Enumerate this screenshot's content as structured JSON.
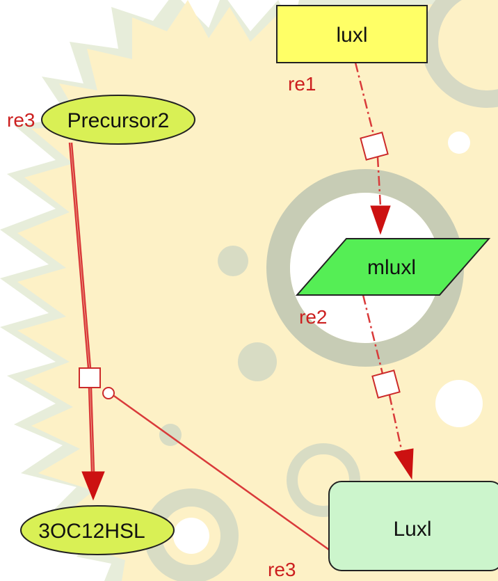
{
  "nodes": {
    "luxl_gene": "luxl",
    "precursor2": "Precursor2",
    "mluxl": "mluxl",
    "hsl": "3OC12HSL",
    "luxl_protein": "Luxl"
  },
  "reaction_labels": {
    "re1": "re1",
    "re2": "re2",
    "re3_left": "re3",
    "re3_bottom": "re3"
  },
  "colors": {
    "gene_fill": "#ffff66",
    "rna_fill": "#55ee55",
    "protein_fill": "#ccf5cc",
    "simple_molecule_fill": "#d9f055",
    "reaction_line": "#d93a3a",
    "reaction_label": "#cc1f1f",
    "background_sun": "#fdf1c6",
    "background_ring": "#cdd9c0"
  }
}
